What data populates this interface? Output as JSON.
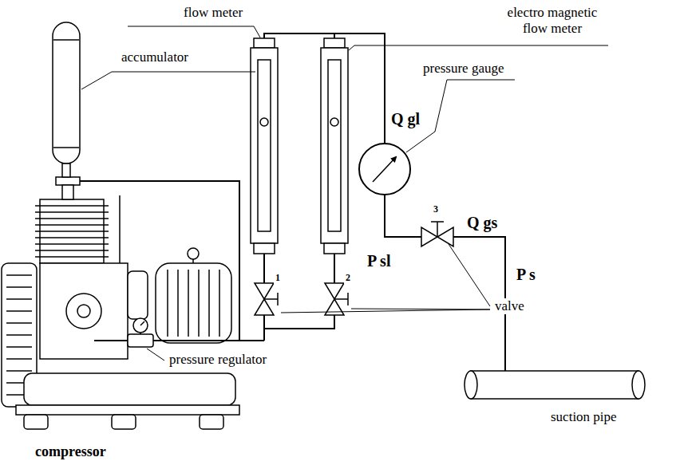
{
  "diagram": {
    "labels": [
      "flow meter",
      "electro magnetic flow meter",
      "accumulator",
      "Q gl",
      "pressure gauge",
      "3",
      "Q gs",
      "P sl",
      "1",
      "2",
      "valve",
      "P s",
      "pressure regulator",
      "suction pipe",
      "compressor"
    ]
  }
}
